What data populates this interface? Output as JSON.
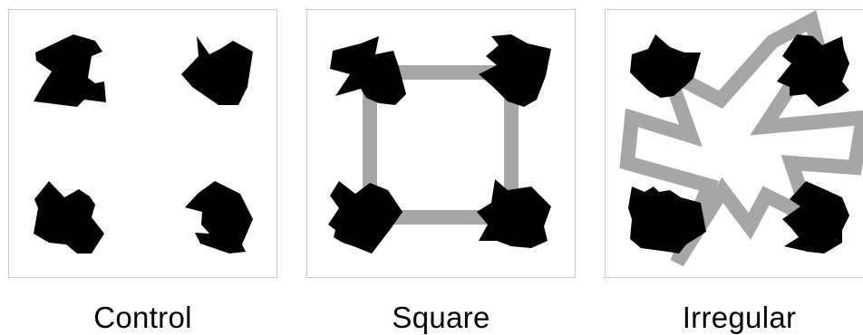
{
  "panels": [
    {
      "id": "control",
      "label": "Control",
      "contour": "none"
    },
    {
      "id": "square",
      "label": "Square",
      "contour": "square"
    },
    {
      "id": "irregular",
      "label": "Irregular",
      "contour": "irregular"
    }
  ],
  "colors": {
    "inducer": "#000000",
    "contour": "#a6a6a6",
    "frame": "#c8c8c8",
    "background": "#ffffff"
  }
}
